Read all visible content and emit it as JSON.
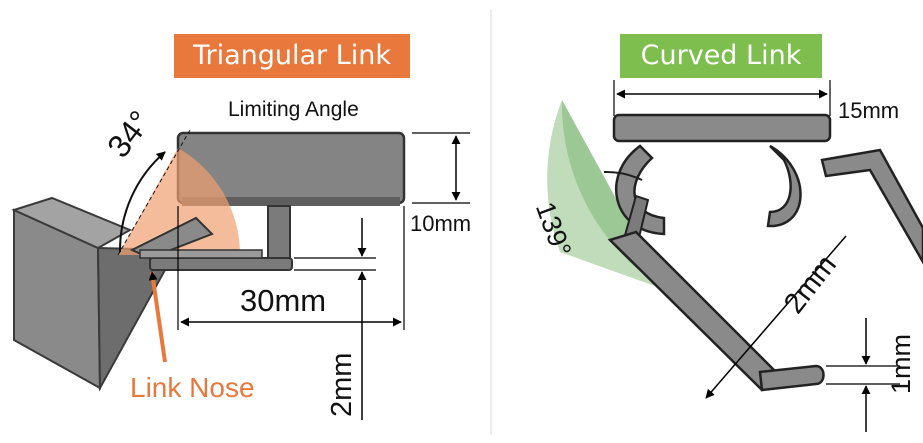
{
  "colors": {
    "accent_orange": "#E8783C",
    "accent_green": "#7DBE4E",
    "part_gray": "#7C7C7C",
    "part_dark": "#2F2F2F",
    "angle_orange": "#F0A070",
    "angle_green": "#8CBF84"
  },
  "left_panel": {
    "title": "Triangular Link",
    "limiting_angle_label": "Limiting Angle",
    "angle_label": "34°",
    "height_label": "10mm",
    "width_label": "30mm",
    "thickness_label": "2mm",
    "nose_label": "Link Nose"
  },
  "right_panel": {
    "title": "Curved Link",
    "angle_label": "139°",
    "width_label": "15mm",
    "thickness_label": "2mm",
    "gap_label": "1mm"
  }
}
